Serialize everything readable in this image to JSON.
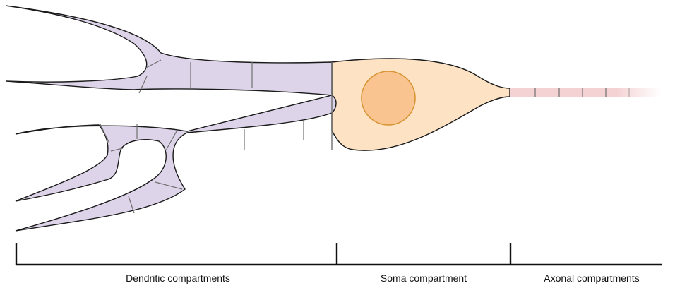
{
  "labels": {
    "dendritic": "Dendritic compartments",
    "soma": "Soma compartment",
    "axonal": "Axonal compartments"
  },
  "colors": {
    "dendrite_fill": "#ddd4e9",
    "soma_fill": "#fde2c4",
    "nucleus_fill": "#f9c48f",
    "nucleus_stroke": "#d79434",
    "axon_fill": "#f4d1d3",
    "outline": "#1a1a1a",
    "divider": "#707070"
  }
}
